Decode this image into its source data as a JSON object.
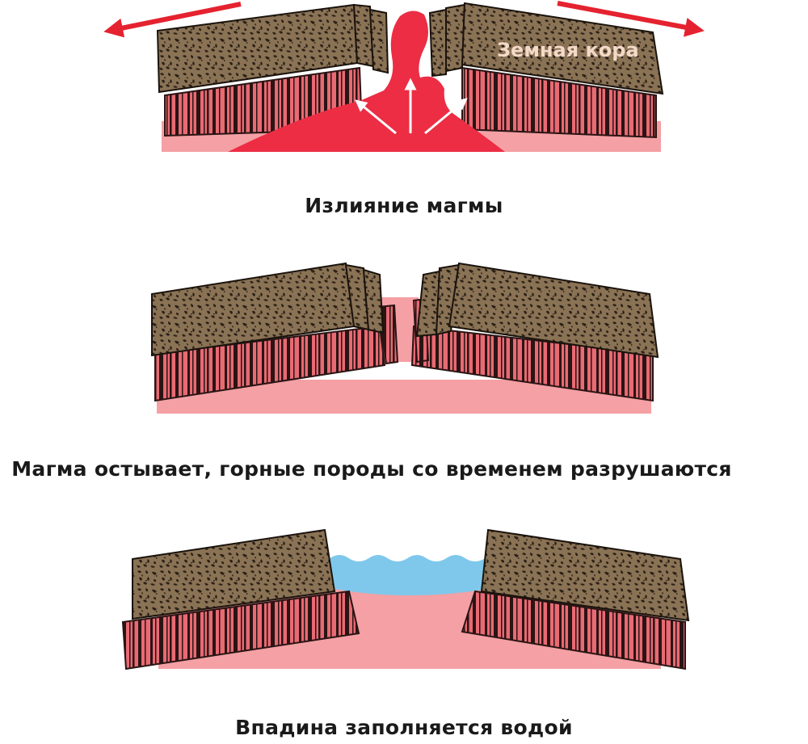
{
  "stages": [
    {
      "caption": "Излияние магмы",
      "crust_label": "Земная кора"
    },
    {
      "caption": "Магма остывает, горные породы со временем разрушаются"
    },
    {
      "caption": "Впадина заполняется водой"
    }
  ],
  "colors": {
    "crust": "#8a7255",
    "crust_speckle": "#2b2118",
    "rock_stripe_bg": "#e86a73",
    "rock_stripe_dark": "#2a1414",
    "mantle": "#f4a0a4",
    "magma": "#ec2d44",
    "arrow": "#e5222f",
    "water": "#7fc8ec",
    "crust_label": "#f3d9c8"
  }
}
